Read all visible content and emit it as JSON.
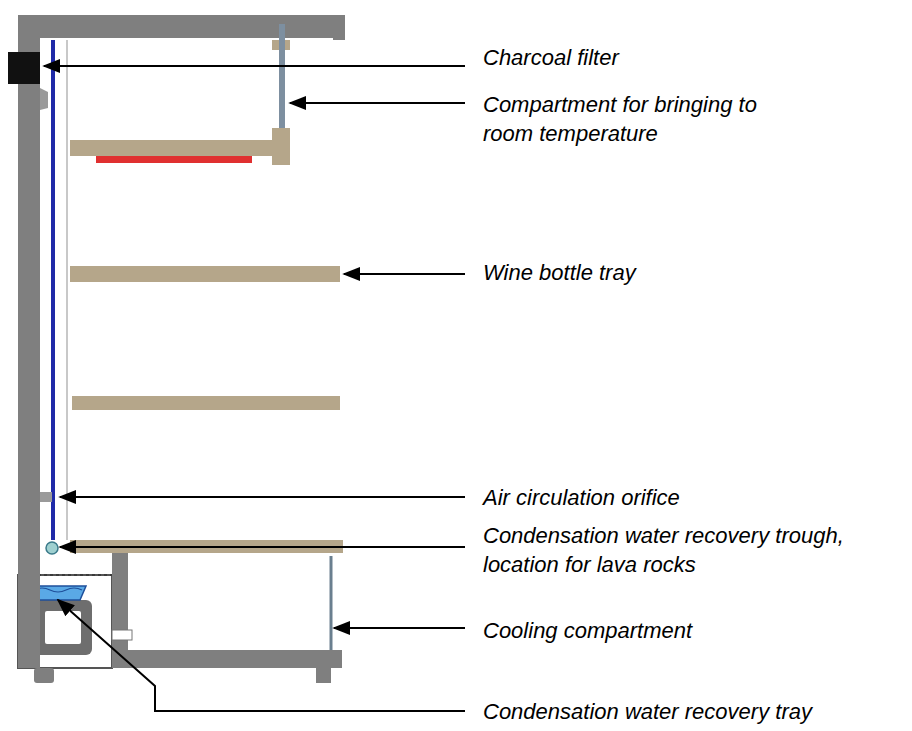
{
  "diagram": {
    "labels": [
      "Charcoal filter",
      "Compartment for bringing to room temperature",
      "Wine bottle tray",
      "Air circulation orifice",
      "Condensation water recovery trough, location for lava rocks",
      "Cooling compartment",
      "Condensation water recovery tray"
    ]
  }
}
